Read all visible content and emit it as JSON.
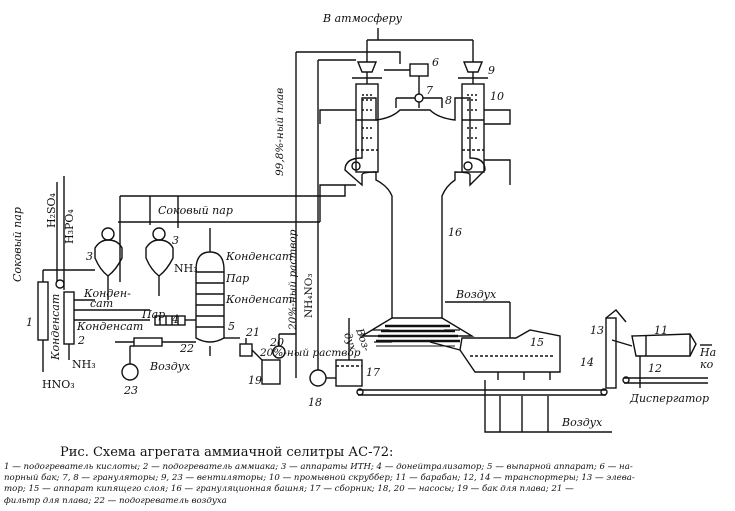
{
  "diagram": {
    "stream_labels": {
      "to_atmosphere": "В атмосферу",
      "melt_998": "99,8%-ный плав",
      "juice_steam_top": "Соковый пар",
      "juice_steam_left": "Соковый пар",
      "h2so4": "H₂SO₄",
      "h3po4": "H₃PO₄",
      "nh3_mid": "NH₃",
      "condensate_1": "Конденсат",
      "steam_1": "Пар",
      "condensate_2": "Конденсат",
      "condensate_left_a": "Конден-",
      "condensate_left_b": "сат",
      "condensate_left_c": "Конденсат",
      "steam_2": "Пар",
      "condensate_vert": "Конденсат",
      "nh3_bottom": "NH₃",
      "hno3": "HNO₃",
      "air_left": "Воздух",
      "solution_20": "20%-ный раствор",
      "nh4no3": "NH₄NO₃",
      "solution_20_b": "20%-ный раствор",
      "air_a": "Воз-",
      "air_b": "дух",
      "air_mid": "Воздух",
      "air_bottom": "Воздух",
      "dispergator": "Диспергатор",
      "cut_right_1": "На",
      "cut_right_2": "ко"
    },
    "numbers": [
      "1",
      "2",
      "3",
      "3",
      "4",
      "5",
      "6",
      "7",
      "8",
      "9",
      "10",
      "11",
      "12",
      "13",
      "14",
      "15",
      "16",
      "17",
      "18",
      "19",
      "20",
      "21",
      "22",
      "23"
    ]
  },
  "caption": "Рис.  Схема агрегата аммиачной селитры АС-72:",
  "legend_lines": [
    "1 — подогреватель кислоты; 2 — подогреватель аммиака; 3 — аппараты ИТН; 4 — донейтрализатор; 5 — выпарной аппарат; 6 — на-",
    "порный бак; 7, 8 — грануляторы; 9, 23 — вентиляторы; 10 — промывной скруббер; 11 — барабан; 12, 14 — транспортеры; 13 — элева-",
    "тор; 15 — аппарат кипящего слоя; 16 — грануляционная башня; 17 — сборник; 18, 20 — насосы; 19 — бак для плава; 21 —",
    "фильтр для плава; 22 — подогреватель воздуха"
  ]
}
